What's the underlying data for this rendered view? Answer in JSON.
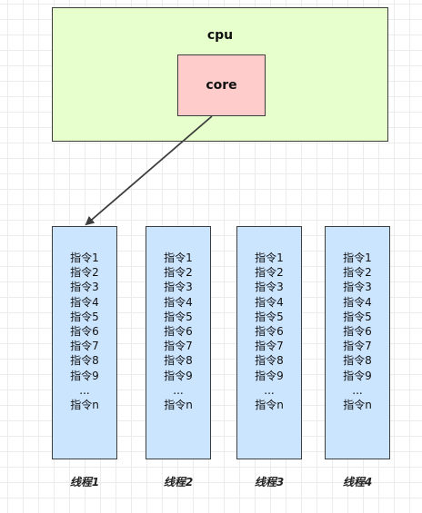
{
  "cpu": {
    "label": "cpu"
  },
  "core": {
    "label": "core"
  },
  "threads": [
    {
      "label": "线程1",
      "instructions": [
        "指令1",
        "指令2",
        "指令3",
        "指令4",
        "指令5",
        "指令6",
        "指令7",
        "指令8",
        "指令9",
        "...",
        "指令n"
      ]
    },
    {
      "label": "线程2",
      "instructions": [
        "指令1",
        "指令2",
        "指令3",
        "指令4",
        "指令5",
        "指令6",
        "指令7",
        "指令8",
        "指令9",
        "...",
        "指令n"
      ]
    },
    {
      "label": "线程3",
      "instructions": [
        "指令1",
        "指令2",
        "指令3",
        "指令4",
        "指令5",
        "指令6",
        "指令7",
        "指令8",
        "指令9",
        "...",
        "指令n"
      ]
    },
    {
      "label": "线程4",
      "instructions": [
        "指令1",
        "指令2",
        "指令3",
        "指令4",
        "指令5",
        "指令6",
        "指令7",
        "指令8",
        "指令9",
        "...",
        "指令n"
      ]
    }
  ],
  "colors": {
    "cpu_fill": "#e6ffcc",
    "core_fill": "#ffcccc",
    "thread_fill": "#cce5ff",
    "border": "#3d3d3d"
  }
}
